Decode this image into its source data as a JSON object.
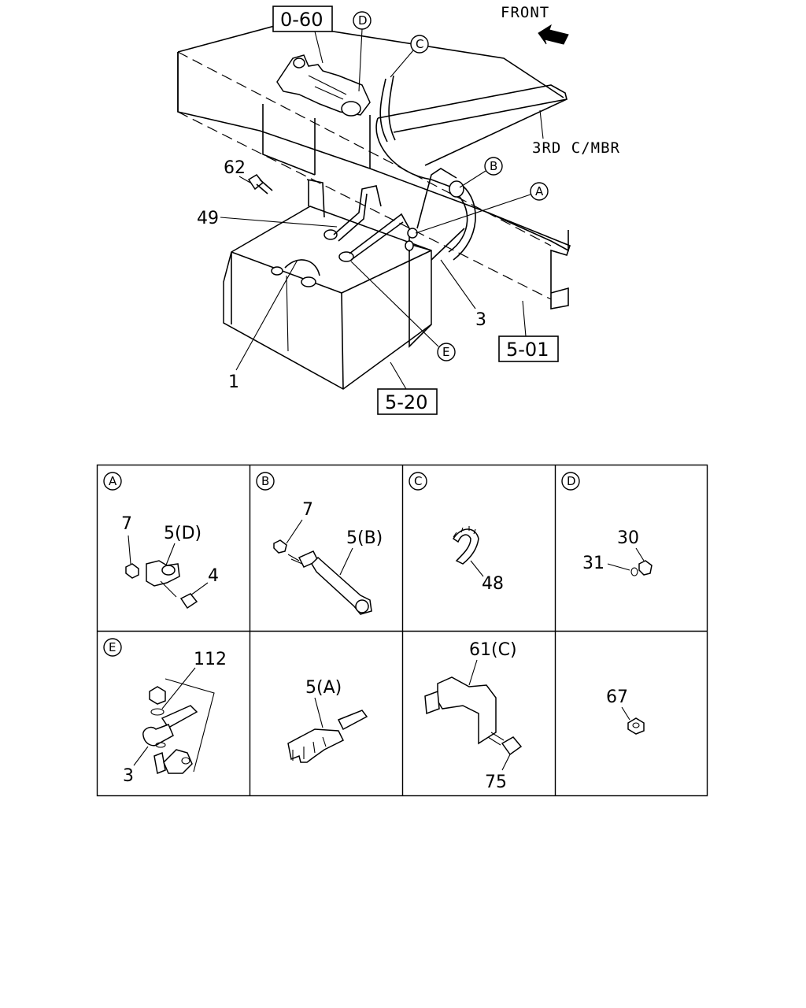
{
  "overview": {
    "front_label": "FRONT",
    "member_label": "3RD C/MBR",
    "ref_boxes": [
      "0-60",
      "5-01",
      "5-20"
    ],
    "callouts": [
      "D",
      "C",
      "B",
      "A",
      "E"
    ],
    "part_numbers": [
      "62",
      "49",
      "1",
      "3"
    ]
  },
  "details": [
    {
      "key": "A",
      "parts": [
        "7",
        "5(D)",
        "4"
      ]
    },
    {
      "key": "B",
      "parts": [
        "7",
        "5(B)"
      ]
    },
    {
      "key": "C",
      "parts": [
        "48"
      ]
    },
    {
      "key": "D",
      "parts": [
        "30",
        "31"
      ]
    },
    {
      "key": "E",
      "parts": [
        "112",
        "3"
      ]
    },
    {
      "key": "",
      "parts": [
        "5(A)"
      ]
    },
    {
      "key": "",
      "parts": [
        "61(C)",
        "75"
      ]
    },
    {
      "key": "",
      "parts": [
        "67"
      ]
    }
  ],
  "colors": {
    "line": "#000000",
    "background": "#ffffff"
  }
}
